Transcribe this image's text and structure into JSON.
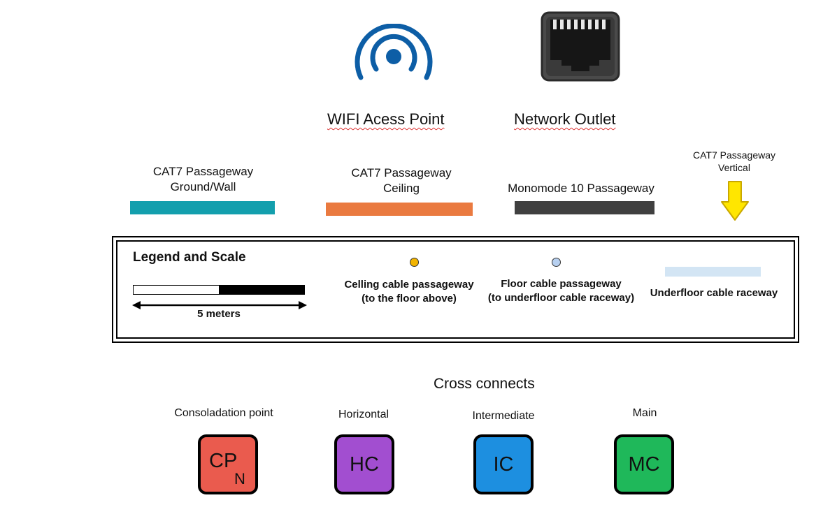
{
  "icons": {
    "wifi": {
      "icon": "wifi-access-point-icon",
      "caption": "WIFI Acess Point",
      "color": "#0d5ea6"
    },
    "outlet": {
      "icon": "network-outlet-icon",
      "caption": "Network Outlet",
      "color": "#3a3a3a"
    }
  },
  "passageways": [
    {
      "label": "CAT7 Passageway\nGround/Wall",
      "color": "#139fad"
    },
    {
      "label": "CAT7 Passageway\nCeiling",
      "color": "#ea7a40"
    },
    {
      "label": "Monomode 10 Passageway",
      "color": "#404040"
    },
    {
      "label": "CAT7 Passageway\nVertical",
      "icon": "down-arrow-icon",
      "color": "#ffe600"
    }
  ],
  "legend": {
    "title": "Legend and Scale",
    "scale_label": "5 meters",
    "items": [
      {
        "label": "Celling cable passageway\n(to the floor above)",
        "color": "#f2b400"
      },
      {
        "label": "Floor cable passageway\n(to underfloor cable raceway)",
        "color": "#b7d0f0"
      },
      {
        "label": "Underfloor cable raceway",
        "color": "#d3e5f4"
      }
    ]
  },
  "cross_connects": {
    "title": "Cross connects",
    "items": [
      {
        "label": "Consoladation point",
        "code": "CP",
        "sub": "N",
        "color": "#ea5b4e"
      },
      {
        "label": "Horizontal",
        "code": "HC",
        "color": "#a24ed0"
      },
      {
        "label": "Intermediate",
        "code": "IC",
        "color": "#1d8fe0"
      },
      {
        "label": "Main",
        "code": "MC",
        "color": "#1fb85a"
      }
    ]
  }
}
